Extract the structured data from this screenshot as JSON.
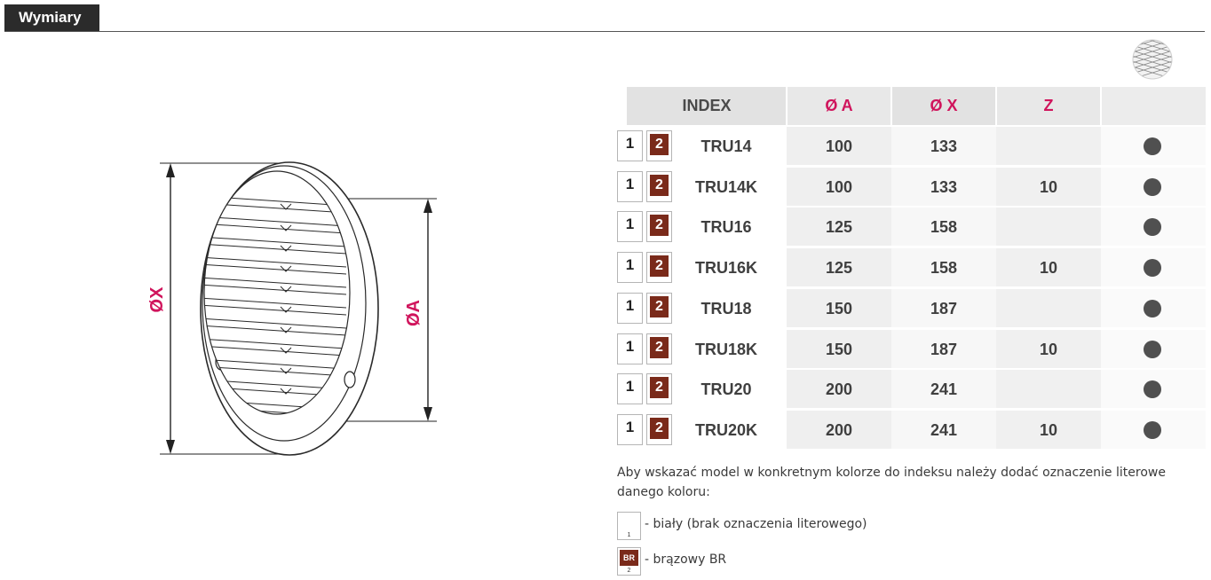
{
  "header": {
    "title": "Wymiary"
  },
  "drawing": {
    "label_x": "ØX",
    "label_a": "ØA"
  },
  "table": {
    "headers": [
      "INDEX",
      "Ø A",
      "Ø X",
      "Z"
    ],
    "swatch_labels": [
      "1",
      "2"
    ],
    "rows": [
      {
        "index": "TRU14",
        "a": "100",
        "x": "133",
        "z": ""
      },
      {
        "index": "TRU14K",
        "a": "100",
        "x": "133",
        "z": "10"
      },
      {
        "index": "TRU16",
        "a": "125",
        "x": "158",
        "z": ""
      },
      {
        "index": "TRU16K",
        "a": "125",
        "x": "158",
        "z": "10"
      },
      {
        "index": "TRU18",
        "a": "150",
        "x": "187",
        "z": ""
      },
      {
        "index": "TRU18K",
        "a": "150",
        "x": "187",
        "z": "10"
      },
      {
        "index": "TRU20",
        "a": "200",
        "x": "241",
        "z": ""
      },
      {
        "index": "TRU20K",
        "a": "200",
        "x": "241",
        "z": "10"
      }
    ]
  },
  "note": "Aby wskazać model w konkretnym kolorze do indeksu należy dodać oznaczenie literowe danego koloru:",
  "legend": [
    {
      "code": "",
      "num": "1",
      "text": "- biały (brak oznaczenia literowego)"
    },
    {
      "code": "BR",
      "num": "2",
      "text": "- brązowy BR"
    }
  ],
  "colors": {
    "accent": "#d0145c",
    "brown": "#7a2a1a",
    "header_bg": "#2b2b2b",
    "dot": "#505050"
  }
}
